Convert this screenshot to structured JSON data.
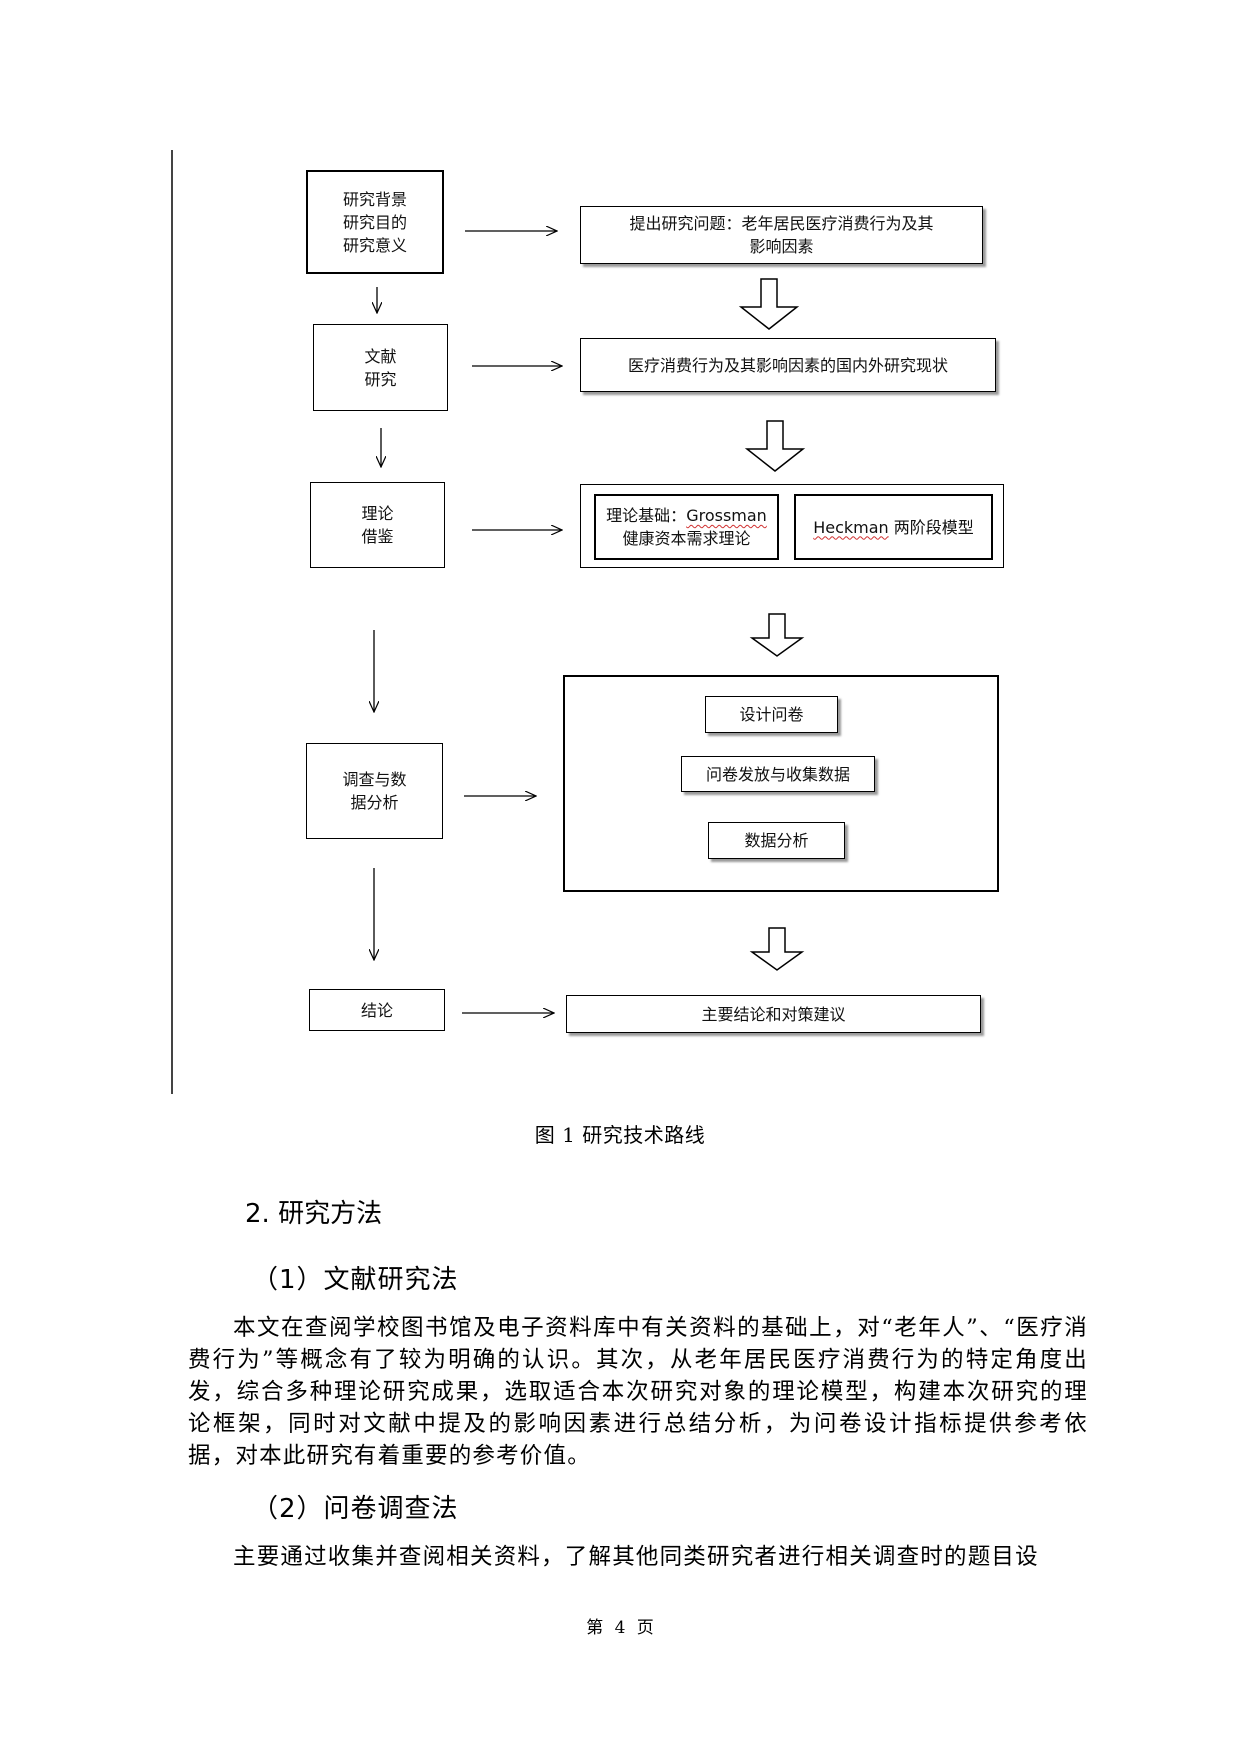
{
  "flowchart": {
    "left_boxes": {
      "background": "研究背景\n研究目的\n研究意义",
      "literature": "文献\n研究",
      "theory": "理论\n借鉴",
      "survey": "调查与数\n据分析",
      "conclusion": "结论"
    },
    "right_boxes": {
      "question": "提出研究问题：老年居民医疗消费行为及其\n影响因素",
      "status": "医疗消费行为及其影响因素的国内外研究现状",
      "theory_grossman_prefix": "理论基础：",
      "theory_grossman_word": "Grossman",
      "theory_grossman_rest": "健康资本需求理论",
      "theory_heckman_word": "Heckman",
      "theory_heckman_rest": " 两阶段模型",
      "survey_steps": [
        "设计问卷",
        "问卷发放与收集数据",
        "数据分析"
      ],
      "result": "主要结论和对策建议"
    }
  },
  "caption": "图 1 研究技术路线",
  "section_heading": "2. 研究方法",
  "subsections": [
    {
      "heading": "（1）文献研究法",
      "paragraph": "本文在查阅学校图书馆及电子资料库中有关资料的基础上，对“老年人”、“医疗消费行为”等概念有了较为明确的认识。其次，从老年居民医疗消费行为的特定角度出发，综合多种理论研究成果，选取适合本次研究对象的理论模型，构建本次研究的理论框架，同时对文献中提及的影响因素进行总结分析，为问卷设计指标提供参考依据，对本此研究有着重要的参考价值。"
    },
    {
      "heading": "（2）问卷调查法",
      "paragraph": "主要通过收集并查阅相关资料，了解其他同类研究者进行相关调查时的题目设"
    }
  ],
  "footer": "第 4 页"
}
